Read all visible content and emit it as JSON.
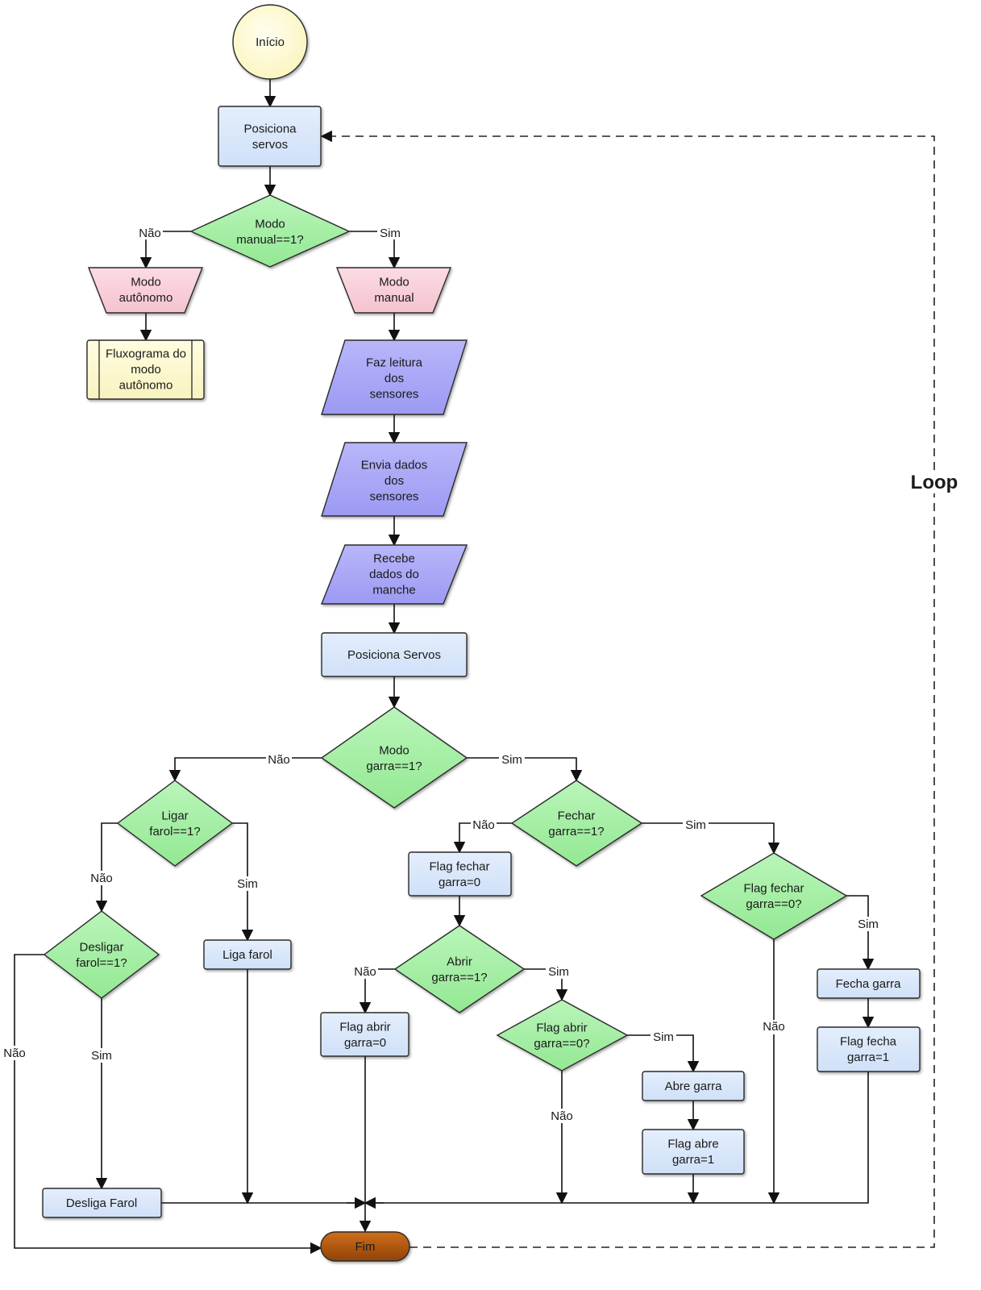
{
  "diagram": {
    "nodes": {
      "start": {
        "lines": [
          "Início"
        ]
      },
      "pos_servos_1": {
        "lines": [
          "Posiciona",
          "servos"
        ]
      },
      "d_modo_manual": {
        "lines": [
          "Modo",
          "manual==1?"
        ]
      },
      "modo_autonomo": {
        "lines": [
          "Modo",
          "autônomo"
        ]
      },
      "modo_manual": {
        "lines": [
          "Modo",
          "manual"
        ]
      },
      "fluxo_autonomo": {
        "lines": [
          "Fluxograma do",
          "modo",
          "autônomo"
        ]
      },
      "leitura_sensores": {
        "lines": [
          "Faz leitura",
          "dos",
          "sensores"
        ]
      },
      "envia_dados": {
        "lines": [
          "Envia dados",
          "dos",
          "sensores"
        ]
      },
      "recebe_manche": {
        "lines": [
          "Recebe",
          "dados do",
          "manche"
        ]
      },
      "pos_servos_2": {
        "lines": [
          "Posiciona Servos"
        ]
      },
      "d_modo_garra": {
        "lines": [
          "Modo",
          "garra==1?"
        ]
      },
      "d_ligar_farol": {
        "lines": [
          "Ligar",
          "farol==1?"
        ]
      },
      "d_fechar_garra": {
        "lines": [
          "Fechar",
          "garra==1?"
        ]
      },
      "flag_fechar_0": {
        "lines": [
          "Flag fechar",
          "garra=0"
        ]
      },
      "d_flag_fechar": {
        "lines": [
          "Flag fechar",
          "garra==0?"
        ]
      },
      "d_desligar_farol": {
        "lines": [
          "Desligar",
          "farol==1?"
        ]
      },
      "liga_farol": {
        "lines": [
          "Liga farol"
        ]
      },
      "d_abrir_garra": {
        "lines": [
          "Abrir",
          "garra==1?"
        ]
      },
      "fecha_garra": {
        "lines": [
          "Fecha garra"
        ]
      },
      "flag_abrir_0": {
        "lines": [
          "Flag abrir",
          "garra=0"
        ]
      },
      "d_flag_abrir": {
        "lines": [
          "Flag abrir",
          "garra==0?"
        ]
      },
      "flag_fecha_1": {
        "lines": [
          "Flag fecha",
          "garra=1"
        ]
      },
      "abre_garra": {
        "lines": [
          "Abre garra"
        ]
      },
      "flag_abre_1": {
        "lines": [
          "Flag abre",
          "garra=1"
        ]
      },
      "desliga_farol": {
        "lines": [
          "Desliga Farol"
        ]
      },
      "fim": {
        "lines": [
          "Fim"
        ]
      }
    },
    "edge_labels": {
      "nao_manual": "Não",
      "sim_manual": "Sim",
      "nao_garra": "Não",
      "sim_garra": "Sim",
      "nao_farol": "Não",
      "sim_farol": "Sim",
      "nao_fechar": "Não",
      "sim_fechar": "Sim",
      "sim_flag_fechar": "Sim",
      "nao_flag_fechar": "Não",
      "nao_desligar": "Não",
      "sim_desligar": "Sim",
      "nao_abrir": "Não",
      "sim_abrir": "Sim",
      "sim_flag_abrir": "Sim",
      "nao_flag_abrir": "Não"
    },
    "loop_label": "Loop",
    "colors": {
      "process": "#d6e6fb",
      "decision": "#a6f0a6",
      "io": "#a8a6f7",
      "manual_op": "#f9d2dc",
      "subprocess": "#fefbd3",
      "start": "#fffad0",
      "end": "#b35a10"
    }
  }
}
